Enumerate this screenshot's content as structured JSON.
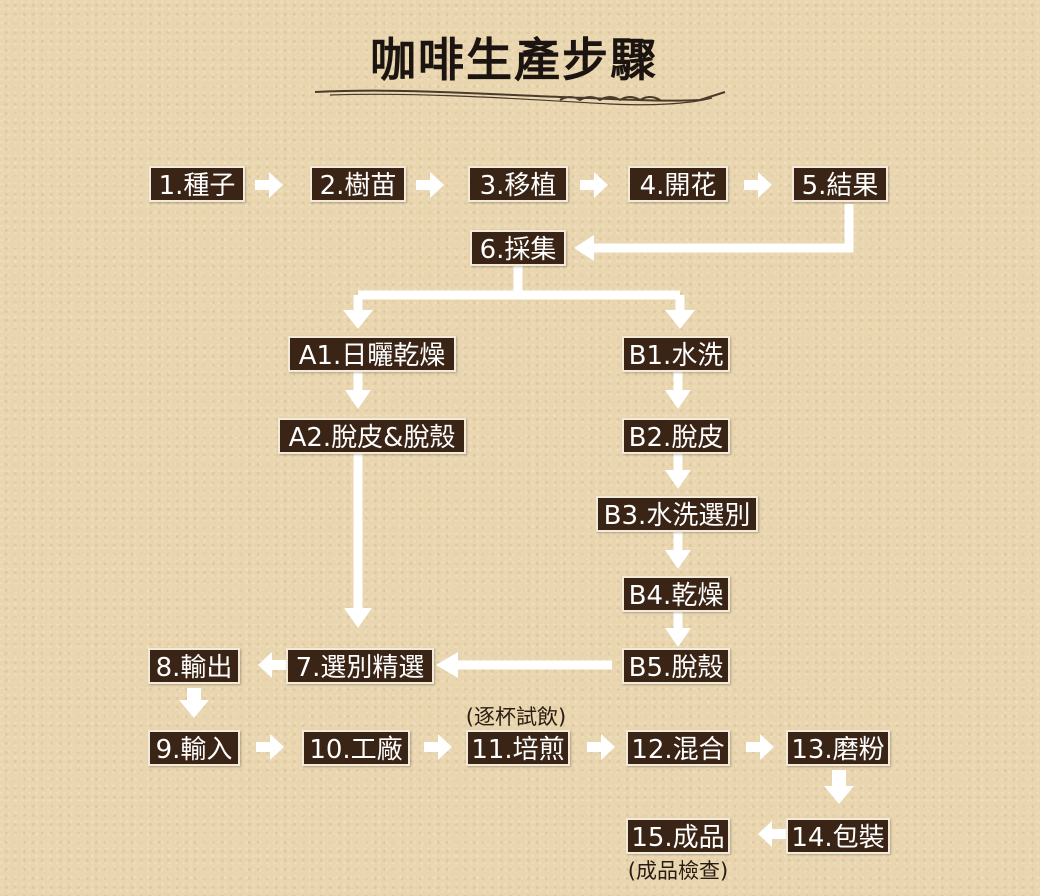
{
  "title": "咖啡生產步驟",
  "colors": {
    "node_fill": "#3a2415",
    "node_text": "#ffffff",
    "arrow": "#ffffff",
    "background": "#e9d5ae"
  },
  "nodes": {
    "n1": "1.種子",
    "n2": "2.樹苗",
    "n3": "3.移植",
    "n4": "4.開花",
    "n5": "5.結果",
    "n6": "6.採集",
    "a1": "A1.日曬乾燥",
    "a2": "A2.脫皮&脫殼",
    "b1": "B1.水洗",
    "b2": "B2.脫皮",
    "b3": "B3.水洗選別",
    "b4": "B4.乾燥",
    "b5": "B5.脫殼",
    "n7": "7.選別精選",
    "n8": "8.輸出",
    "n9": "9.輸入",
    "n10": "10.工廠",
    "n11": "11.培煎",
    "n12": "12.混合",
    "n13": "13.磨粉",
    "n14": "14.包裝",
    "n15": "15.成品"
  },
  "notes": {
    "n11": "(逐杯試飲)",
    "n15": "(成品檢查)"
  }
}
